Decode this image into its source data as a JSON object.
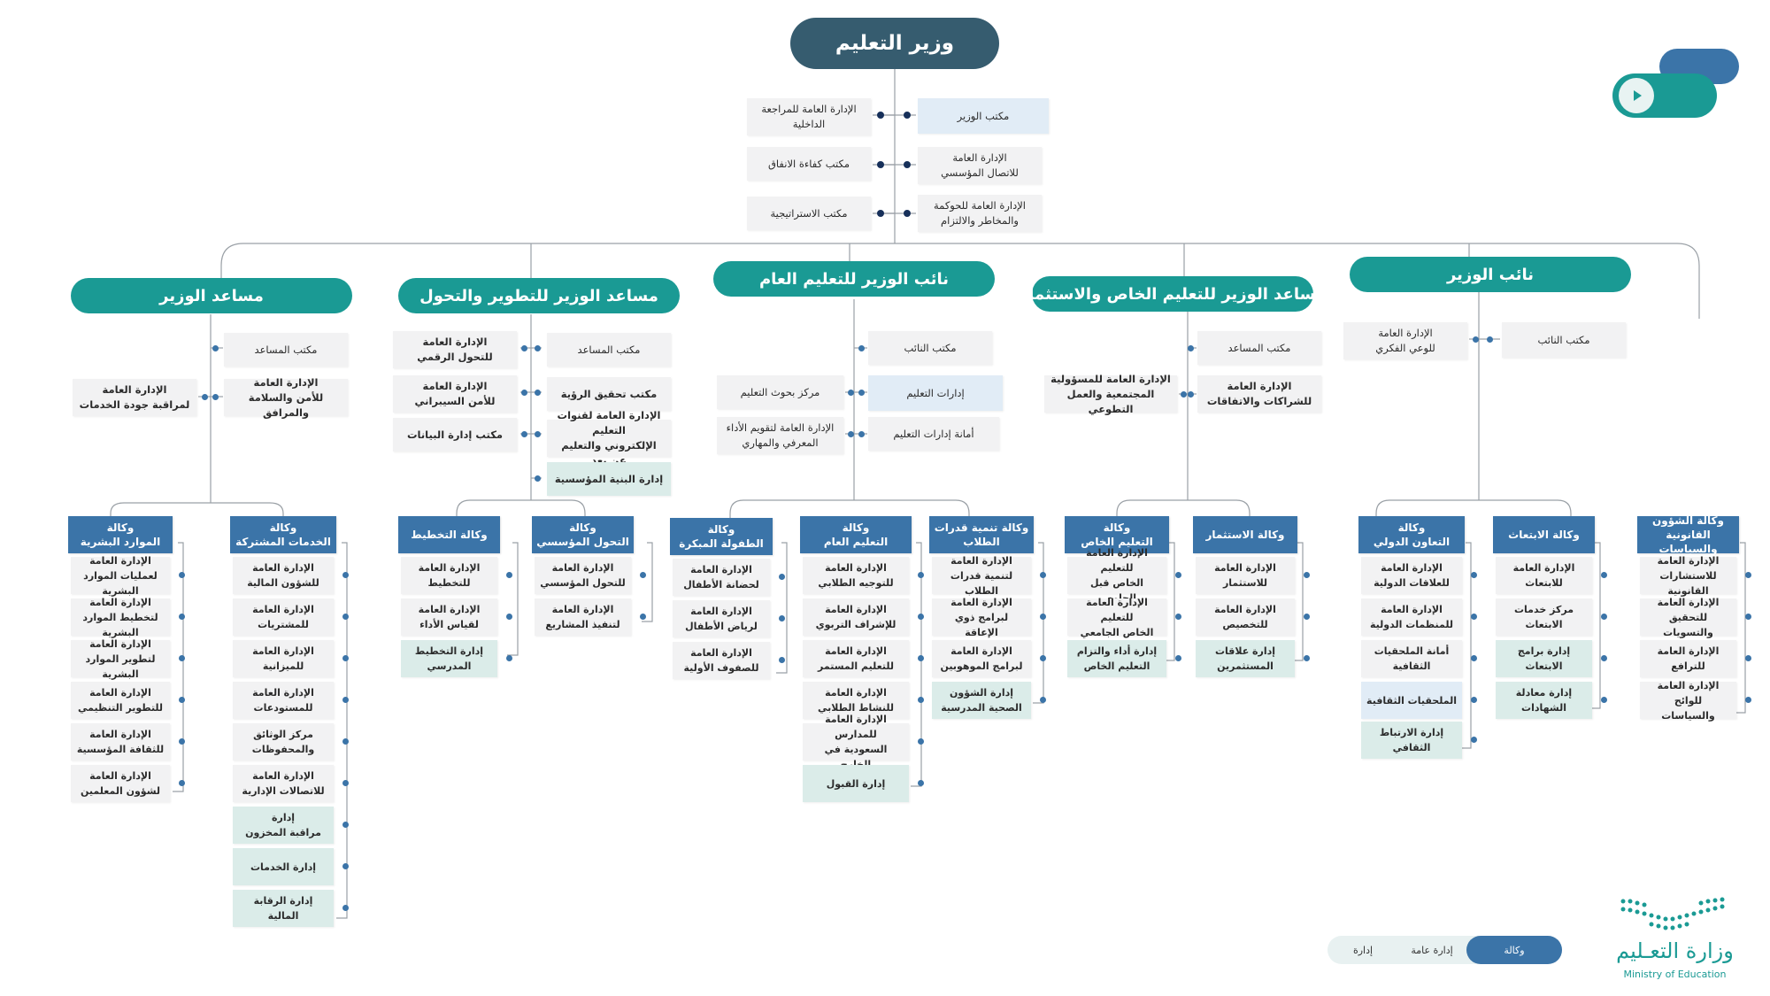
{
  "minister": "وزير التعليم",
  "minister_offices": {
    "right": [
      "مكتب الوزير",
      "الإدارة العامة|للاتصال المؤسسي",
      "الإدارة العامة للحوكمة|والمخاطر والالتزام"
    ],
    "left": [
      "الإدارة العامة للمراجعة|الداخلية",
      "مكتب كفاءة الانفاق",
      "مكتب الاستراتيجية"
    ]
  },
  "level1": [
    "نائب الوزير",
    "مساعد الوزير للتعليم الخاص والاستثمار",
    "نائب الوزير للتعليم العام",
    "مساعد الوزير للتطوير والتحول",
    "مساعد الوزير"
  ],
  "deputy": {
    "office": "مكتب النائب",
    "right": "الإدارة العامة|للوعي الفكري"
  },
  "private": {
    "office": "مكتب المساعد",
    "right2": "الإدارة العامة|للشراكات والاتفاقات",
    "left2": "الإدارة العامة للمسؤولية|المجتمعية والعمل التطوعي"
  },
  "general": {
    "r1": "مكتب النائب",
    "r2": "إدارات التعليم",
    "r3": "أمانة إدارات التعليم",
    "l2": "مركز بحوث التعليم",
    "l3": "الإدارة العامة لتقويم الأداء|المعرفي والمهاري"
  },
  "development": {
    "r1": "مكتب المساعد",
    "r2": "مكتب تحقيق الرؤية",
    "r3": "الإدارة العامة لقنوات التعليم|الإلكتروني والتعليم عن بعد",
    "r4": "إدارة البنية المؤسسية",
    "l1": "الإدارة العامة|للتحول الرقمي",
    "l2": "الإدارة العامة|للأمن السيبراني",
    "l3": "مكتب إدارة البيانات"
  },
  "assistant": {
    "r1": "مكتب المساعد",
    "r2": "الإدارة العامة|للأمن والسلامة والمرافق",
    "l2": "الإدارة العامة|لمراقبة جودة الخدمات"
  },
  "agencies": {
    "legal": {
      "title": "وكالة الشؤون القانونية|والسياسات",
      "items": [
        "الإدارة العامة|للاستشارات القانونية",
        "الإدارة العامة|للتحقيق والتسويات",
        "الإدارة العامة|للترافع",
        "الإدارة العامة للوائح|والسياسات"
      ]
    },
    "innovation": {
      "title": "وكالة الابتعاث",
      "items": [
        "الإدارة العامة|للابتعاث",
        "مركز خدمات|الابتعاث",
        "إدارة برامج|الابتعاث",
        "إدارة معادلة الشهادات"
      ]
    },
    "intl": {
      "title": "وكالة|التعاون الدولي",
      "items": [
        "الإدارة العامة|للعلاقات الدولية",
        "الإدارة العامة|للمنظمات الدولية",
        "أمانة الملحقيات|الثقافية",
        "الملحقيات الثقافية",
        "إدارة الارتباط الثقافي"
      ]
    },
    "invest": {
      "title": "وكالة الاستثمار",
      "items": [
        "الإدارة العامة|للاستثمار",
        "الإدارة العامة|للتخصيص",
        "إدارة علاقات|المستثمرين"
      ]
    },
    "private_ed": {
      "title": "وكالة|التعليم الخاص",
      "items": [
        "الإدارة العامة للتعليم|الخاص قبل الجامعي",
        "الإدارة العامة للتعليم|الخاص الجامعي",
        "إدارة أداء والتزام|التعليم الخاص"
      ]
    },
    "student_dev": {
      "title": "وكالة تنمية قدرات|الطلاب",
      "items": [
        "الإدارة العامة|لتنمية قدرات الطلاب",
        "الإدارة العامة|لبرامج ذوي الإعاقة",
        "الإدارة العامة|لبرامج الموهوبين",
        "إدارة الشؤون|الصحية المدرسية"
      ]
    },
    "gen_ed": {
      "title": "وكالة|التعليم العام",
      "items": [
        "الإدارة العامة|للتوجيه الطلابي",
        "الإدارة العامة|للإشراف التربوي",
        "الإدارة العامة|للتعليم المستمر",
        "الإدارة العامة|للنشاط الطلابي",
        "الإدارة العامة للمدارس|السعودية في الخارج",
        "إدارة القبول"
      ]
    },
    "early": {
      "title": "وكالة|الطفولة المبكرة",
      "items": [
        "الإدارة العامة|لحضانة الأطفال",
        "الإدارة العامة|لرياض الأطفال",
        "الإدارة العامة|للصفوف الأولية"
      ]
    },
    "transform": {
      "title": "وكالة|التحول المؤسسي",
      "items": [
        "الإدارة العامة|للتحول المؤسسي",
        "الإدارة العامة|لتنفيذ المشاريع"
      ]
    },
    "planning": {
      "title": "وكالة التخطيط",
      "items": [
        "الإدارة العامة|للتخطيط",
        "الإدارة العامة|لقياس الأداء",
        "إدارة التخطيط|المدرسي"
      ]
    },
    "shared": {
      "title": "وكالة|الخدمات المشتركة",
      "items": [
        "الإدارة العامة|للشؤون المالية",
        "الإدارة العامة|للمشتريات",
        "الإدارة العامة|للميزانية",
        "الإدارة العامة|للمستودعات",
        "مركز الوثائق|والمحفوظات",
        "الإدارة العامة|للاتصالات الإدارية",
        "إدارة|مراقبة المخزون",
        "إدارة الخدمات",
        "إدارة الرقابة|المالية"
      ]
    },
    "hr": {
      "title": "وكالة|الموارد البشرية",
      "items": [
        "الإدارة العامة|لعمليات الموارد البشرية",
        "الإدارة العامة|لتخطيط الموارد البشرية",
        "الإدارة العامة|لتطوير الموارد البشرية",
        "الإدارة العامة|للتطوير التنظيمي",
        "الإدارة العامة|للثقافة المؤسسية",
        "الإدارة العامة|لشؤون المعلمين"
      ]
    }
  },
  "legend": {
    "agency": "وكالة",
    "general_admin": "إدارة عامة",
    "admin": "إدارة"
  },
  "logo": {
    "arabic": "وزارة التعـليم",
    "english": "Ministry of Education"
  },
  "colors": {
    "top": "#365c6f",
    "level1": "#1a9a94",
    "agency": "#3b74a8",
    "box": "#f2f2f3",
    "blue_box": "#e1ecf6",
    "green_box": "#dbece9"
  }
}
